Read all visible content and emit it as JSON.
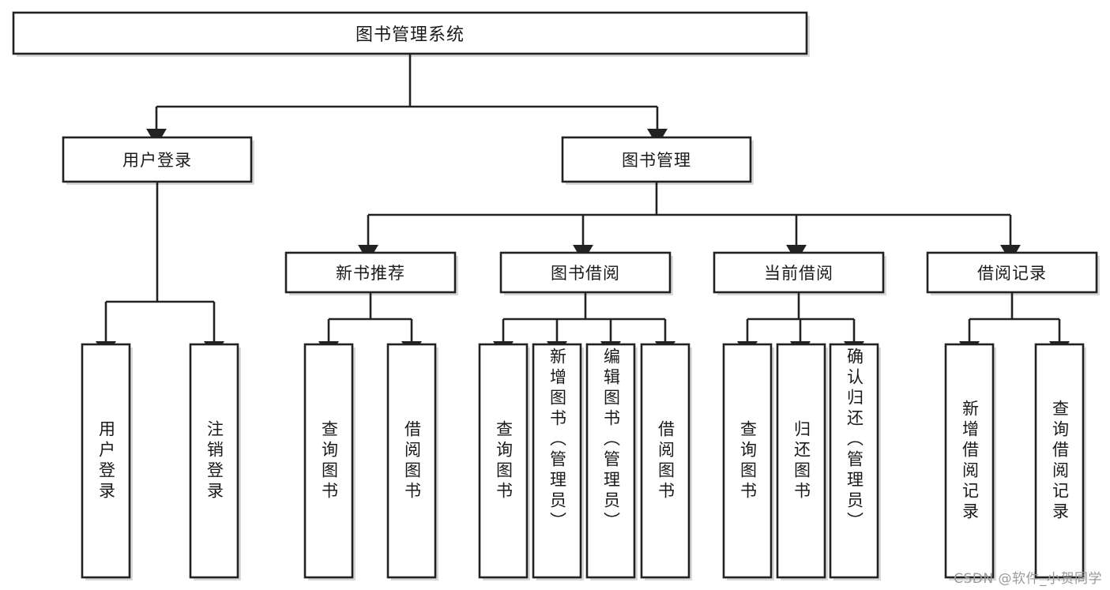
{
  "diagram": {
    "title": "图书管理系统",
    "type": "hierarchy-tree",
    "watermark": "CSDN @软件_小贺同学",
    "root": {
      "id": "root",
      "label": "图书管理系统",
      "orientation": "horizontal"
    },
    "level2": [
      {
        "id": "user-login",
        "label": "用户登录",
        "orientation": "horizontal"
      },
      {
        "id": "book-management",
        "label": "图书管理",
        "orientation": "horizontal"
      }
    ],
    "level3": [
      {
        "id": "new-book-recommend",
        "label": "新书推荐",
        "orientation": "horizontal"
      },
      {
        "id": "book-borrow",
        "label": "图书借阅",
        "orientation": "horizontal"
      },
      {
        "id": "current-borrow",
        "label": "当前借阅",
        "orientation": "horizontal"
      },
      {
        "id": "borrow-record",
        "label": "借阅记录",
        "orientation": "horizontal"
      }
    ],
    "leaves": [
      {
        "id": "leaf-user-login",
        "parent": "user-login",
        "label": "用户登录",
        "orientation": "vertical"
      },
      {
        "id": "leaf-user-logout",
        "parent": "user-login",
        "label": "注销登录",
        "orientation": "vertical"
      },
      {
        "id": "leaf-query-book-1",
        "parent": "new-book-recommend",
        "label": "查询图书",
        "orientation": "vertical"
      },
      {
        "id": "leaf-borrow-book-1",
        "parent": "new-book-recommend",
        "label": "借阅图书",
        "orientation": "vertical"
      },
      {
        "id": "leaf-query-book-2",
        "parent": "book-borrow",
        "label": "查询图书",
        "orientation": "vertical"
      },
      {
        "id": "leaf-add-book",
        "parent": "book-borrow",
        "label": "新增图书（管理员）",
        "orientation": "vertical"
      },
      {
        "id": "leaf-edit-book",
        "parent": "book-borrow",
        "label": "编辑图书（管理员）",
        "orientation": "vertical"
      },
      {
        "id": "leaf-borrow-book-2",
        "parent": "book-borrow",
        "label": "借阅图书",
        "orientation": "vertical"
      },
      {
        "id": "leaf-query-book-3",
        "parent": "current-borrow",
        "label": "查询图书",
        "orientation": "vertical"
      },
      {
        "id": "leaf-return-book",
        "parent": "current-borrow",
        "label": "归还图书",
        "orientation": "vertical"
      },
      {
        "id": "leaf-confirm-return",
        "parent": "current-borrow",
        "label": "确认归还（管理员）",
        "orientation": "vertical"
      },
      {
        "id": "leaf-add-record",
        "parent": "borrow-record",
        "label": "新增借阅记录",
        "orientation": "vertical"
      },
      {
        "id": "leaf-query-record",
        "parent": "borrow-record",
        "label": "查询借阅记录",
        "orientation": "vertical"
      }
    ],
    "colors": {
      "stroke": "#222222",
      "fill": "#ffffff",
      "text": "#1a1a1a",
      "shadow": "#b9b9b9",
      "watermark": "#9a9a9a"
    }
  }
}
